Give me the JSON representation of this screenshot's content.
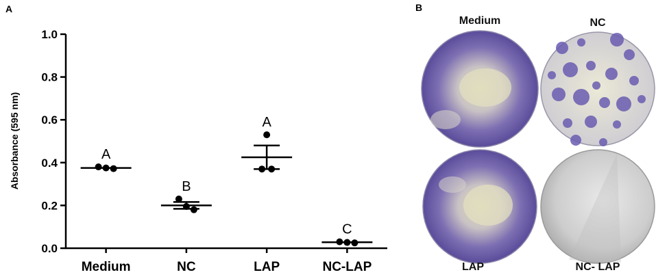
{
  "panels": {
    "a_label": "A",
    "b_label": "B"
  },
  "chart_data": {
    "type": "scatter",
    "ylabel": "Absorbance (595 nm)",
    "xlabel": "",
    "ylim": [
      0,
      1.0
    ],
    "yticks": [
      "0.0",
      "0.2",
      "0.4",
      "0.6",
      "0.8",
      "1.0"
    ],
    "categories": [
      "Medium",
      "NC",
      "LAP",
      "NC-LAP"
    ],
    "points": [
      [
        0.38,
        0.375,
        0.372
      ],
      [
        0.23,
        0.195,
        0.18
      ],
      [
        0.53,
        0.37,
        0.37
      ],
      [
        0.03,
        0.027,
        0.025
      ]
    ],
    "means": [
      0.375,
      0.2,
      0.425,
      0.028
    ],
    "sem": [
      0.004,
      0.016,
      0.055,
      0.002
    ],
    "significance_letters": [
      "A",
      "B",
      "A",
      "C"
    ],
    "grid": false
  },
  "plates": [
    {
      "label": "Medium",
      "appearance": "heavy purple stain, confluent"
    },
    {
      "label": "NC",
      "appearance": "scattered purple plaques"
    },
    {
      "label": "LAP",
      "appearance": "heavy purple stain, confluent"
    },
    {
      "label": "NC- LAP",
      "appearance": "unstained grey"
    }
  ],
  "colors": {
    "stain": "#5b4a9e",
    "plate_light": "#e6e3c8",
    "plate_clear": "#cfcfcf",
    "axis": "#000000"
  }
}
